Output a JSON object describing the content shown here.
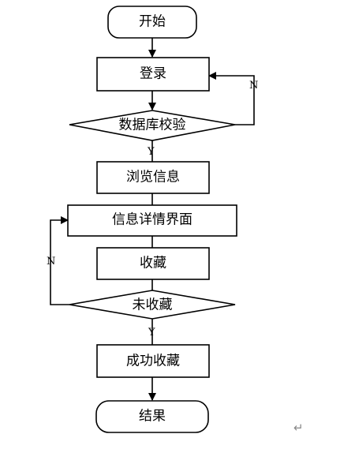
{
  "nodes": {
    "start": "开始",
    "login": "登录",
    "db_check": "数据库校验",
    "browse": "浏览信息",
    "detail": "信息详情界面",
    "favorite": "收藏",
    "not_favorited": "未收藏",
    "success": "成功收藏",
    "end": "结果"
  },
  "edges": {
    "db_check_no": "N",
    "db_check_yes": "Y",
    "not_favorited_no": "N",
    "not_favorited_yes": "Y"
  },
  "return_mark": "↵",
  "colors": {
    "stroke": "#000000",
    "background": "#ffffff",
    "return_mark": "#888888"
  }
}
